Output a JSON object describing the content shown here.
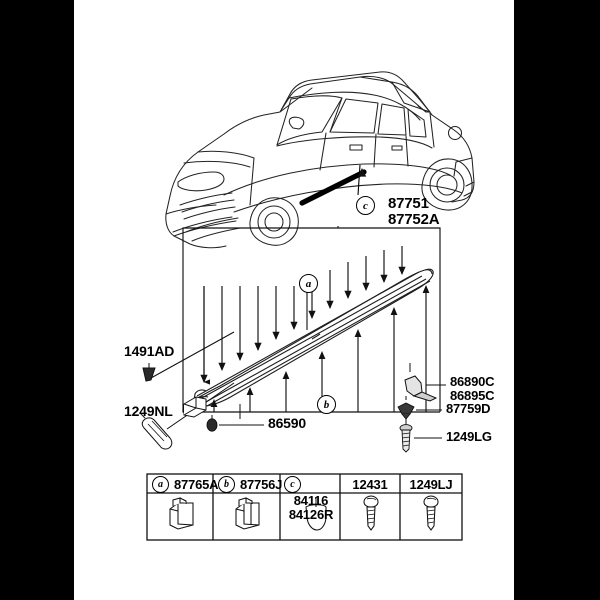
{
  "diagram": {
    "title": "Side Sill Molding Parts Diagram",
    "vehicle_view": "suv-front-three-quarter-left"
  },
  "callouts": {
    "side_sill_top": "87751\n87752A",
    "marker_c_vehicle": "c",
    "marker_a_panel": "a",
    "marker_b_panel": "b",
    "clip_1491ad": "1491AD",
    "screw_1249nl": "1249NL",
    "grommet_86590": "86590",
    "bracket_86890c": "86890C\n86895C",
    "nut_87759d": "87759D",
    "screw_1249lg": "1249LG"
  },
  "legend": {
    "columns": [
      {
        "marker": "a",
        "part": "87765A",
        "icon": "clip-block-icon",
        "sub": ""
      },
      {
        "marker": "b",
        "part": "87756J",
        "icon": "clip-block-icon",
        "sub": ""
      },
      {
        "marker": "c",
        "part": "",
        "icon": "cap-plug-icon",
        "sub": "84116\n84126R"
      },
      {
        "marker": "",
        "part": "12431",
        "icon": "tapping-screw-icon",
        "sub": ""
      },
      {
        "marker": "",
        "part": "1249LJ",
        "icon": "tapping-screw-icon",
        "sub": ""
      }
    ]
  },
  "colors": {
    "line": "#1a1a1a",
    "background": "#ffffff",
    "frame": "#000000"
  }
}
